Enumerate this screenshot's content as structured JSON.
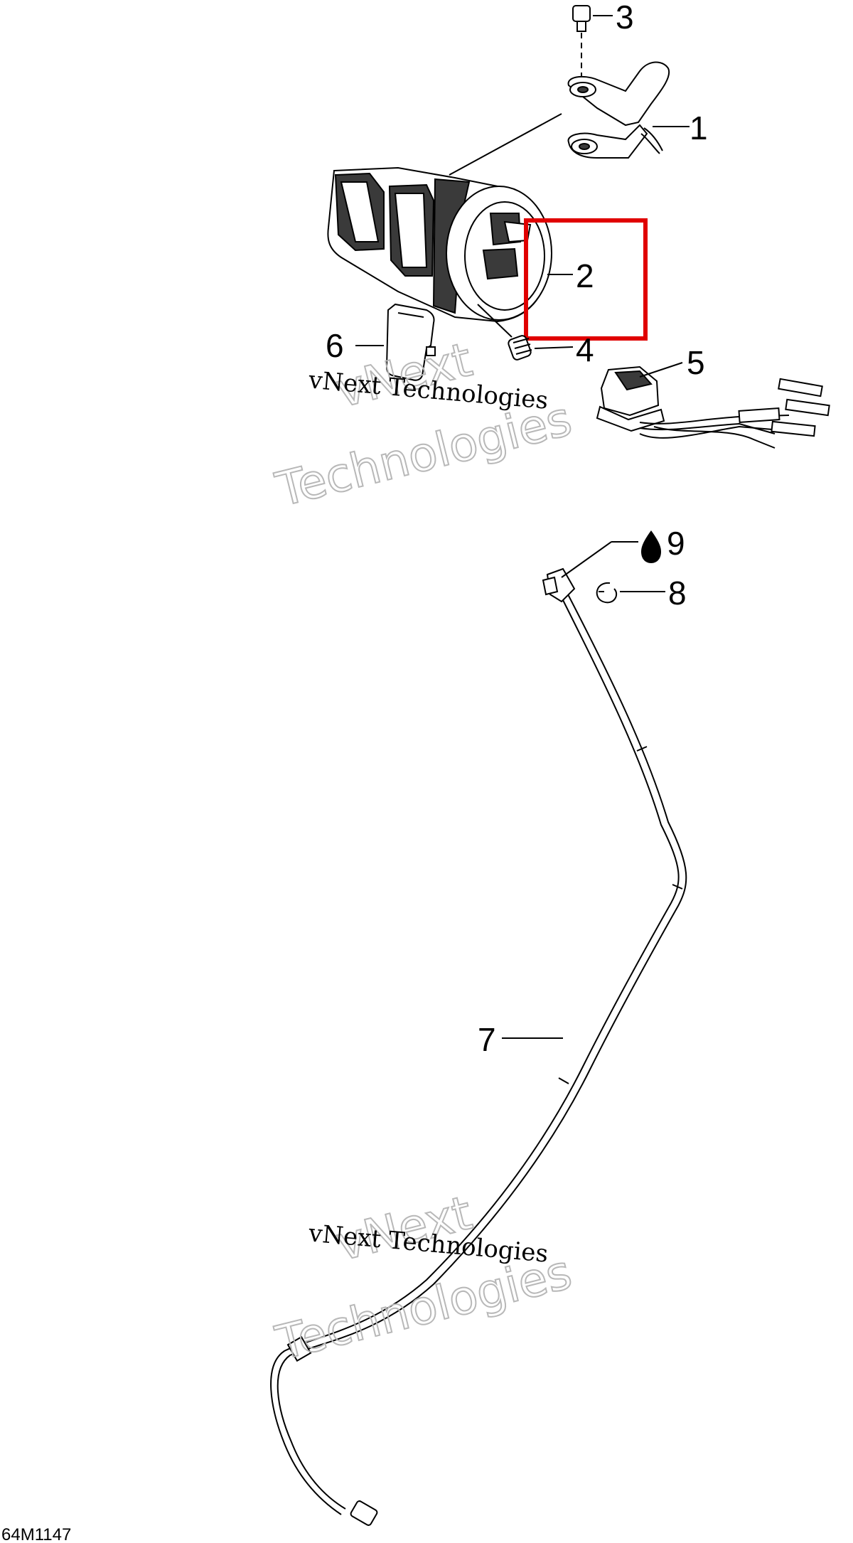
{
  "callouts": {
    "c1": "1",
    "c2": "2",
    "c3": "3",
    "c4": "4",
    "c5": "5",
    "c6": "6",
    "c7": "7",
    "c8": "8",
    "c9": "9"
  },
  "watermark": {
    "line1": "vNext Technologies",
    "big_top": "vNext",
    "big_bottom": "Technologies"
  },
  "figure_id": "64M1147",
  "highlight_color": "#e00000"
}
